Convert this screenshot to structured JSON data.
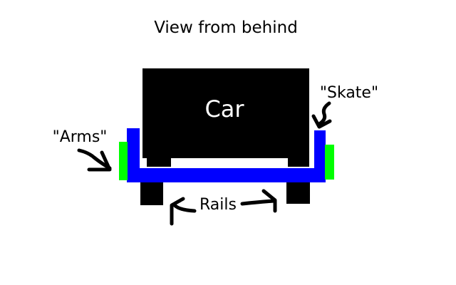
{
  "title": "View from behind",
  "labels": {
    "car": "Car",
    "skate": "\"Skate\"",
    "arms": "\"Arms\"",
    "rails": "Rails"
  },
  "colors": {
    "background": "#ffffff",
    "car": "#000000",
    "skate": "#0000ff",
    "arms": "#00ff00",
    "arrows": "#000000"
  }
}
